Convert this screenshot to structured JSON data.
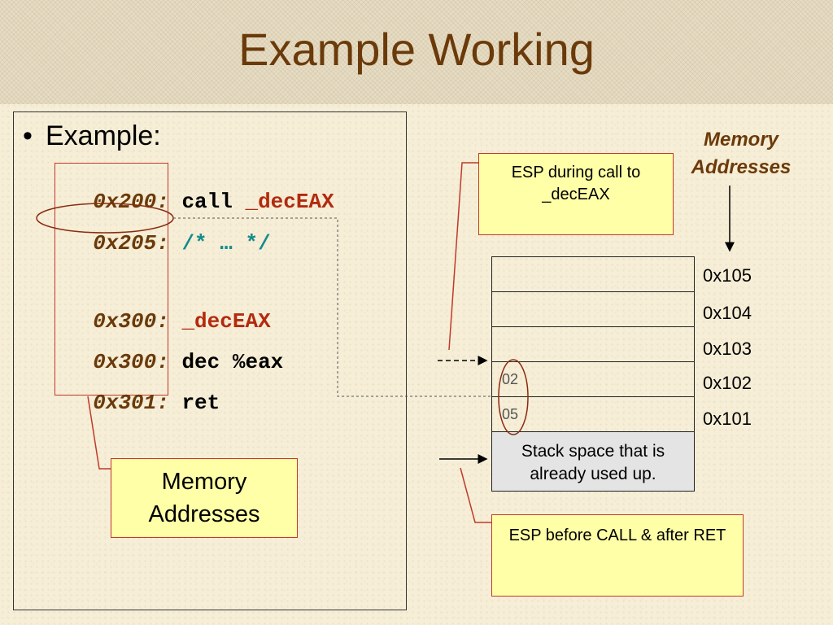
{
  "slide": {
    "title": "Example Working"
  },
  "left_panel": {
    "bullet": "•",
    "bullet_text": "Example:",
    "code_lines": [
      {
        "addr": "0x200:",
        "parts": [
          {
            "text": "call ",
            "color": "black"
          },
          {
            "text": "_decEAX",
            "color": "red"
          }
        ]
      },
      {
        "addr": "0x205:",
        "parts": [
          {
            "text": "/* … */",
            "color": "teal"
          }
        ]
      },
      {
        "addr": "0x300:",
        "parts": [
          {
            "text": "_decEAX",
            "color": "red"
          }
        ]
      },
      {
        "addr": "0x300:",
        "parts": [
          {
            "text": "dec %eax",
            "color": "black"
          }
        ]
      },
      {
        "addr": "0x301:",
        "parts": [
          {
            "text": "ret",
            "color": "black"
          }
        ]
      }
    ],
    "memory_addresses_note": "Memory Addresses"
  },
  "right_panel": {
    "memory_addresses_label": "Memory Addresses",
    "esp_during_call_note": "ESP during call to _decEAX",
    "esp_before_call_note": "ESP before CALL & after RET",
    "stack_cells": [
      {
        "value": "",
        "address": "0x105"
      },
      {
        "value": "",
        "address": "0x104"
      },
      {
        "value": "",
        "address": "0x103"
      },
      {
        "value": "02",
        "address": "0x102"
      },
      {
        "value": "05",
        "address": "0x101"
      }
    ],
    "used_stack_text": "Stack space that is already used up."
  },
  "colors": {
    "title": "#6b3a0a",
    "address": "#6b3a0a",
    "red_code": "#b22a0f",
    "teal_code": "#138c8c",
    "note_fill": "#ffffa8",
    "note_border": "#c0392b",
    "used_stack_fill": "#e4e4e4"
  }
}
